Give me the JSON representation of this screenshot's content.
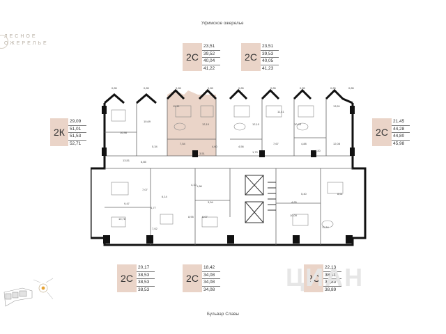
{
  "logo": {
    "line1": "ЛЕСНОЕ",
    "line2": "ОЖЕРЕЛЬЕ"
  },
  "streets": {
    "top": "Уфимское ожерелье",
    "bottom": "Бульвар Славы"
  },
  "legend_cards": [
    {
      "id": "top-left",
      "type": "2С",
      "areas": [
        "23,51",
        "39,52",
        "40,04",
        "41,22"
      ]
    },
    {
      "id": "top-right",
      "type": "2С",
      "areas": [
        "23,51",
        "39,53",
        "40,05",
        "41,23"
      ]
    },
    {
      "id": "left",
      "type": "2К",
      "areas": [
        "29,09",
        "51,01",
        "51,53",
        "52,71"
      ]
    },
    {
      "id": "right",
      "type": "2С",
      "areas": [
        "21,45",
        "44,28",
        "44,80",
        "45,98"
      ]
    },
    {
      "id": "bottom-left",
      "type": "2С",
      "areas": [
        "20,17",
        "38,53",
        "38,53",
        "38,53"
      ]
    },
    {
      "id": "bottom-mid",
      "type": "2С",
      "areas": [
        "18,42",
        "34,08",
        "34,08",
        "34,08"
      ]
    },
    {
      "id": "bottom-right",
      "type": "2С",
      "areas": [
        "22,13",
        "38,89",
        "38,89",
        "38,89"
      ]
    }
  ],
  "room_labels": [
    "0,85",
    "0,85",
    "0,85",
    "0,85",
    "0,85",
    "0,85",
    "0,85",
    "0,85",
    "0,85",
    "11,41",
    "11,41",
    "12,10",
    "12,10",
    "13,51",
    "10,94",
    "10,69",
    "16,98",
    "7,54",
    "4,60",
    "3,51",
    "5,34",
    "4,56",
    "7,67",
    "4,88",
    "4,20",
    "1,79",
    "13,51",
    "6,85",
    "12,08",
    "7,07",
    "9,47",
    "10,78",
    "7,02",
    "4,77",
    "6,14",
    "4,10",
    "1,86",
    "3,54",
    "8,95",
    "6,07",
    "5,40",
    "4,85",
    "10,09",
    "11,34",
    "8,61"
  ],
  "colors": {
    "highlight": "#ead4c8",
    "wall": "#111111",
    "line": "#666666"
  },
  "watermark": "ЦИАН"
}
